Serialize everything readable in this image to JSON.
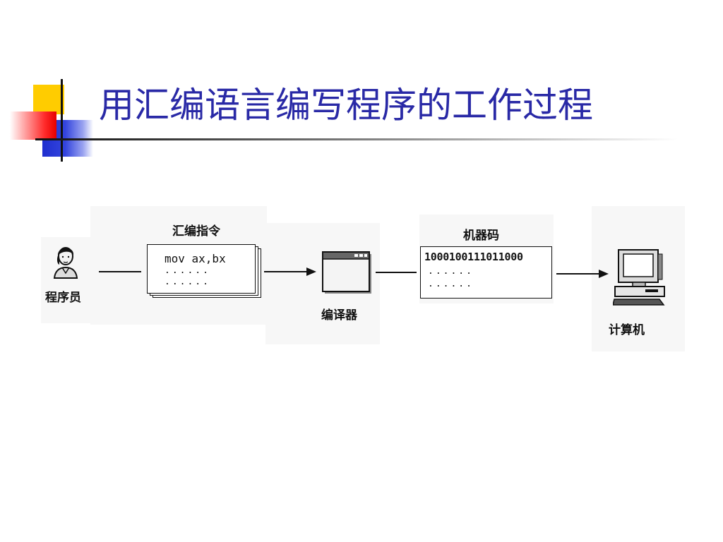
{
  "slide": {
    "title": "用汇编语言编写程序的工作过程"
  },
  "diagram": {
    "programmer_label": "程序员",
    "assembly_box": {
      "heading": "汇编指令",
      "line1": "mov ax,bx",
      "line2": "......",
      "line3": "......"
    },
    "compiler_label": "编译器",
    "machine_box": {
      "heading": "机器码",
      "line1": "1000100111011000",
      "line2": "......",
      "line3": "......"
    },
    "computer_label": "计算机"
  }
}
